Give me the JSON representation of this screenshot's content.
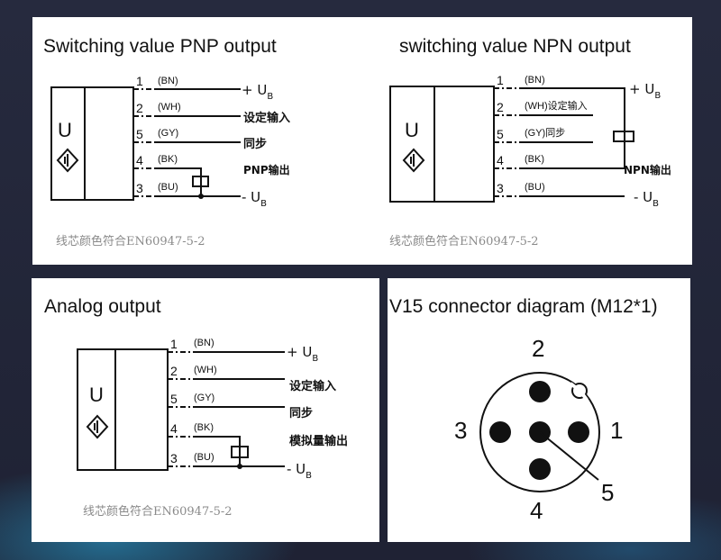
{
  "panels": {
    "pnp": {
      "title": "Switching value PNP output",
      "caption": "线芯颜色符合EN60947-5-2",
      "sensor_letter": "U",
      "pins": [
        {
          "num": "1",
          "code": "(BN)",
          "label": "+ U",
          "sub": "B"
        },
        {
          "num": "2",
          "code": "(WH)",
          "label": "设定输入"
        },
        {
          "num": "5",
          "code": "(GY)",
          "label": "同步"
        },
        {
          "num": "4",
          "code": "(BK)",
          "label": "PNP输出"
        },
        {
          "num": "3",
          "code": "(BU)",
          "label": "- U",
          "sub": "B"
        }
      ]
    },
    "npn": {
      "title": "switching value NPN output",
      "caption": "线芯颜色符合EN60947-5-2",
      "sensor_letter": "U",
      "pins": [
        {
          "num": "1",
          "code": "(BN)",
          "label": "+ U",
          "sub": "B"
        },
        {
          "num": "2",
          "code": "(WH)设定输入"
        },
        {
          "num": "5",
          "code": "(GY)同步"
        },
        {
          "num": "4",
          "code": "(BK)",
          "label": "NPN输出"
        },
        {
          "num": "3",
          "code": "(BU)",
          "label": "- U",
          "sub": "B"
        }
      ]
    },
    "analog": {
      "title": "Analog output",
      "caption": "线芯颜色符合EN60947-5-2",
      "sensor_letter": "U",
      "pins": [
        {
          "num": "1",
          "code": "(BN)",
          "label": "+ U",
          "sub": "B"
        },
        {
          "num": "2",
          "code": "(WH)",
          "label": "设定输入"
        },
        {
          "num": "5",
          "code": "(GY)",
          "label": "同步"
        },
        {
          "num": "4",
          "code": "(BK)",
          "label": "模拟量输出"
        },
        {
          "num": "3",
          "code": "(BU)",
          "label": "- U",
          "sub": "B"
        }
      ]
    },
    "connector": {
      "title": "V15 connector diagram (M12*1)",
      "pin_labels": {
        "top": "2",
        "left": "3",
        "right": "1",
        "bottom": "4",
        "center": "5"
      }
    }
  }
}
